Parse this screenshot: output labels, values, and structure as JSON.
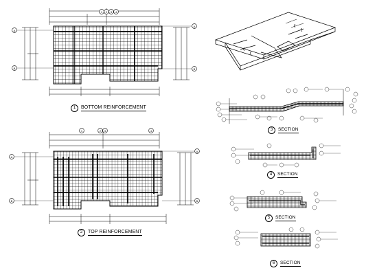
{
  "plans": [
    {
      "num": "1",
      "title": "BOTTOM REINFORCEMENT"
    },
    {
      "num": "2",
      "title": "TOP REINFORCEMENT"
    }
  ],
  "sections": [
    {
      "num": "3",
      "title": "SECTION"
    },
    {
      "num": "4",
      "title": "SECTION"
    },
    {
      "num": "5",
      "title": "SECTION"
    },
    {
      "num": "6",
      "title": "SECTION"
    }
  ],
  "grid_markers": {
    "plan1_top": [
      "1",
      "2",
      "3",
      "4"
    ],
    "plan1_left": [
      "A",
      "B"
    ],
    "plan1_right": [
      "A",
      "B"
    ],
    "plan2_top": [
      "1",
      "2",
      "3",
      "4"
    ],
    "plan2_left": [
      "A",
      "B"
    ],
    "plan2_right": [
      "A",
      "B"
    ],
    "section_callouts": [
      "3",
      "4",
      "5",
      "6"
    ]
  }
}
